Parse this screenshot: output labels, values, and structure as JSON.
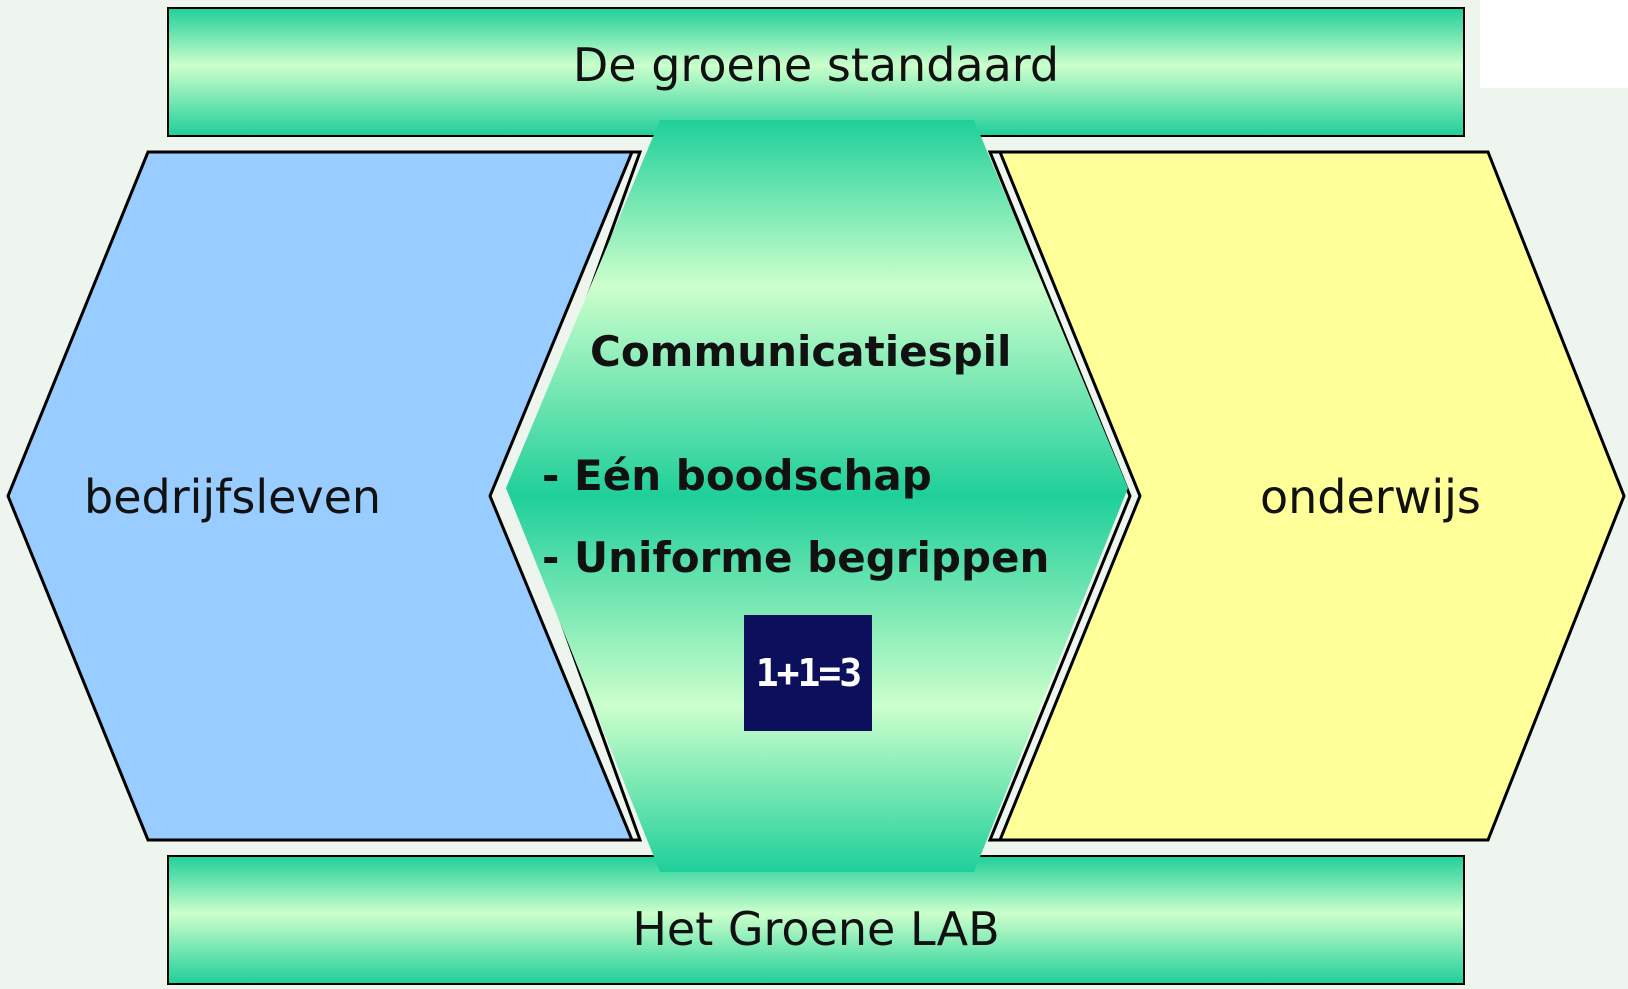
{
  "top_banner": {
    "label": "De groene standaard"
  },
  "bottom_banner": {
    "label": "Het Groene LAB"
  },
  "left_block": {
    "label": "bedrijfsleven",
    "color": "#99ccff"
  },
  "right_block": {
    "label": "onderwijs",
    "color": "#ffff99"
  },
  "center_block": {
    "title": "Communicatiespil",
    "bullets": [
      "- Eén boodschap",
      "- Uniforme begrippen"
    ],
    "badge": "1+1=3",
    "gradient_dark": "#1fcf9a",
    "gradient_light": "#ccffcc"
  }
}
